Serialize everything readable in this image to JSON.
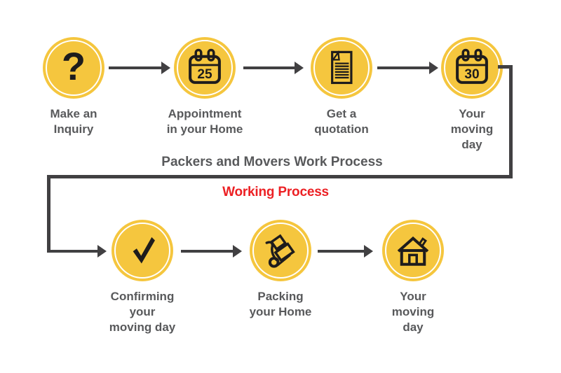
{
  "titles": {
    "main": "Packers and Movers Work Process",
    "sub": "Working Process"
  },
  "steps": {
    "top": [
      {
        "name": "make-an-inquiry",
        "icon": "question-mark-icon",
        "glyph": "?",
        "label": "Make an\nInquiry"
      },
      {
        "name": "appointment-in-your-home",
        "icon": "calendar-icon",
        "day": "25",
        "label": "Appointment\nin your Home"
      },
      {
        "name": "get-a-quotation",
        "icon": "quotation-document-icon",
        "label": "Get a\nquotation"
      },
      {
        "name": "your-moving-day",
        "icon": "calendar-icon",
        "day": "30",
        "label": "Your\nmoving\nday"
      }
    ],
    "bottom": [
      {
        "name": "confirming-your-moving-day",
        "icon": "checkmark-icon",
        "label": "Confirming\nyour\nmoving day"
      },
      {
        "name": "packing-your-home",
        "icon": "handtruck-icon",
        "label": "Packing\nyour Home"
      },
      {
        "name": "your-moving-day-final",
        "icon": "house-icon",
        "label": "Your\nmoving\nday"
      }
    ]
  },
  "colors": {
    "circle_yellow": "#F5C63E",
    "icon_black": "#1E1C1C",
    "connector_gray": "#414042",
    "label_gray": "#58595B",
    "title_gray": "#58595B",
    "subtitle_red": "#EC2024",
    "ring_white": "#FFFFFF",
    "background": "#FFFFFF"
  }
}
